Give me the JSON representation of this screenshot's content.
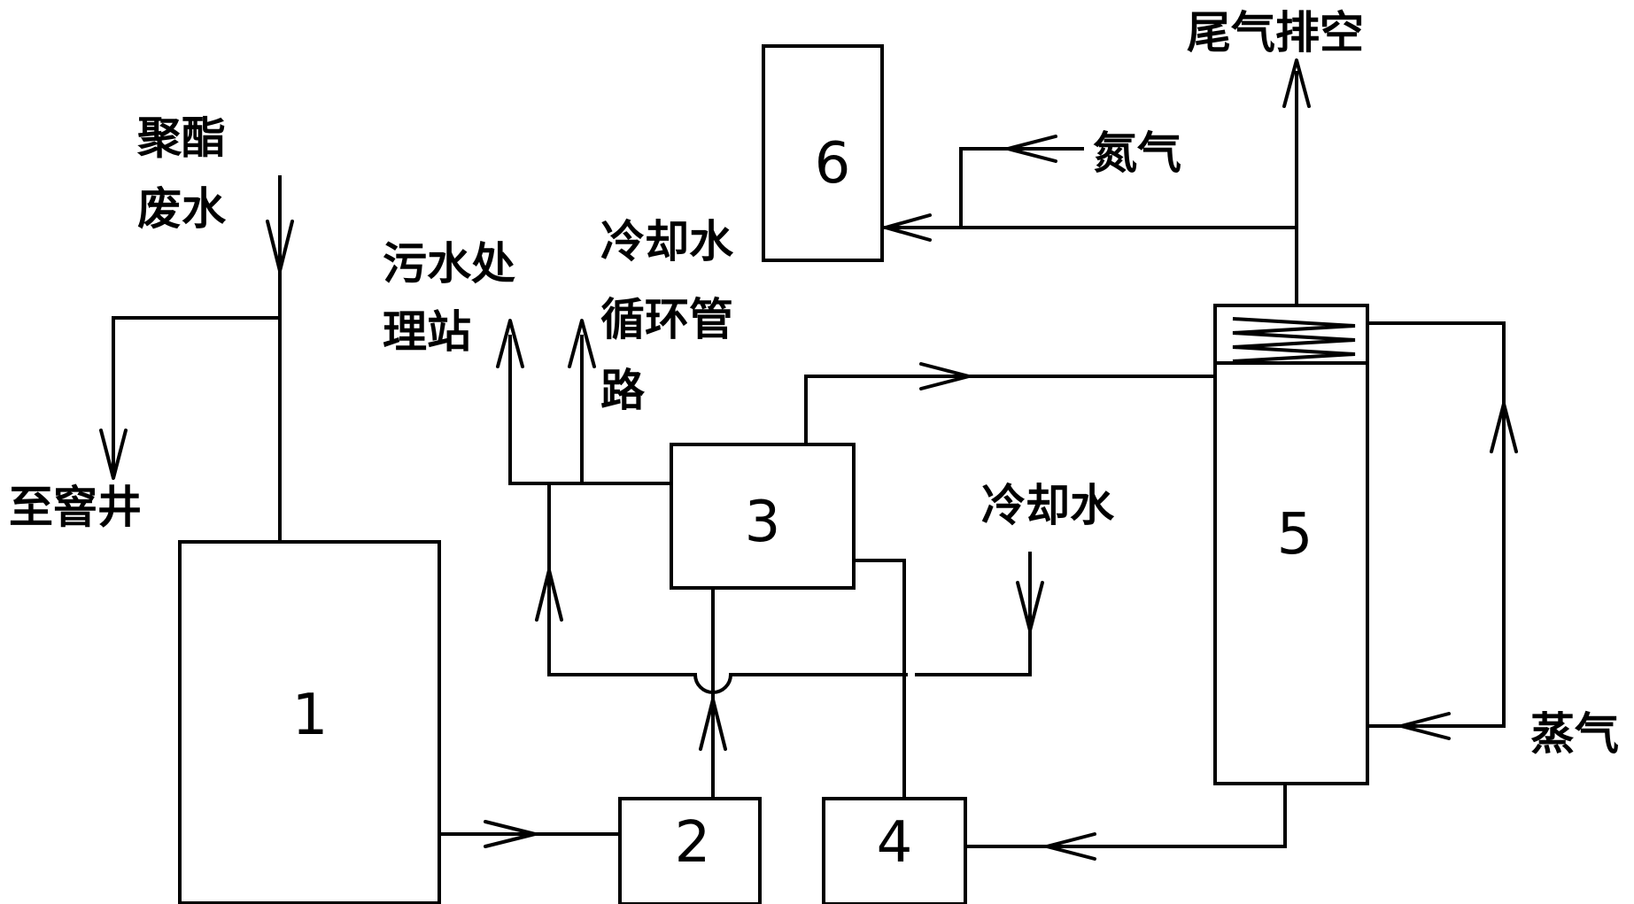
{
  "units": [
    {
      "id": "unit-1",
      "label": "1"
    },
    {
      "id": "unit-2",
      "label": "2"
    },
    {
      "id": "unit-3",
      "label": "3"
    },
    {
      "id": "unit-4",
      "label": "4"
    },
    {
      "id": "unit-5",
      "label": "5"
    },
    {
      "id": "unit-6",
      "label": "6"
    }
  ],
  "labels": {
    "polyester_wastewater": [
      "聚酯",
      "废水"
    ],
    "to_manhole": "至窨井",
    "sewage_station": [
      "污水处",
      "理站"
    ],
    "cooling_loop": [
      "冷却水",
      "循环管",
      "路"
    ],
    "cooling_water": "冷却水",
    "nitrogen": "氮气",
    "exhaust": "尾气排空",
    "steam": "蒸气"
  },
  "colors": {
    "line": "#000000",
    "background": "#ffffff"
  }
}
